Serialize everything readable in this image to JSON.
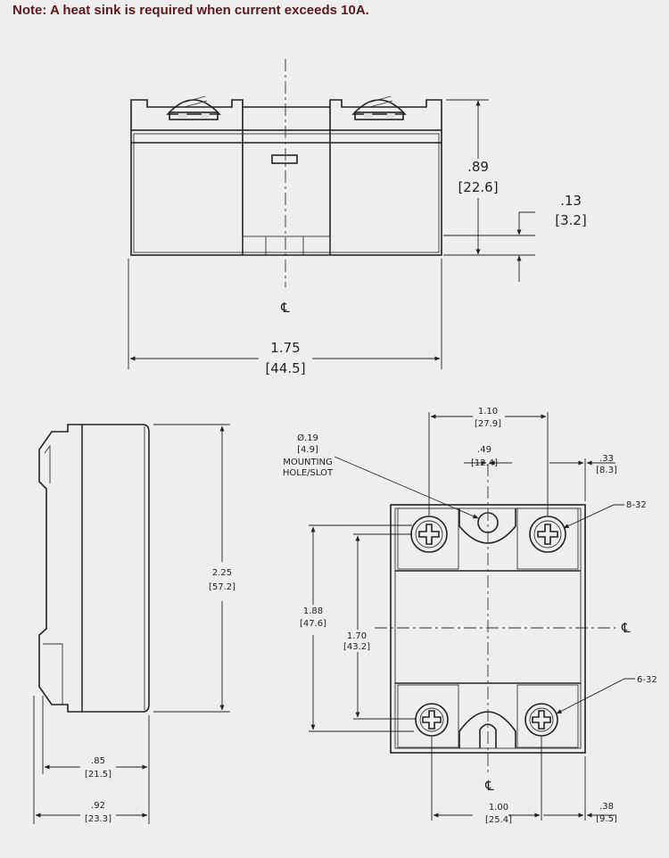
{
  "note": "Note: A heat sink is required when current exceeds 10A.",
  "top_view": {
    "height_in": ".89",
    "height_mm": "[22.6]",
    "offset_in": ".13",
    "offset_mm": "[3.2]",
    "width_in": "1.75",
    "width_mm": "[44.5]",
    "centerline": "℄"
  },
  "side_view": {
    "height_in": "2.25",
    "height_mm": "[57.2]",
    "depth1_in": ".85",
    "depth1_mm": "[21.5]",
    "depth2_in": ".92",
    "depth2_mm": "[23.3]"
  },
  "front_view": {
    "width_in": "1.10",
    "width_mm": "[27.9]",
    "hole_in": ".49",
    "hole_mm": "[12.4]",
    "right_in": ".33",
    "right_mm": "[8.3]",
    "hole_label_dia": "Ø.19",
    "hole_label_mm": "[4.9]",
    "hole_label_1": "MOUNTING",
    "hole_label_2": "HOLE/SLOT",
    "screw_top": "8-32",
    "screw_bottom": "6-32",
    "h1_in": "1.88",
    "h1_mm": "[47.6]",
    "h2_in": "1.70",
    "h2_mm": "[43.2]",
    "bottom_in": "1.00",
    "bottom_mm": "[25.4]",
    "bottom_right_in": ".38",
    "bottom_right_mm": "[9.5]",
    "centerline": "℄"
  }
}
